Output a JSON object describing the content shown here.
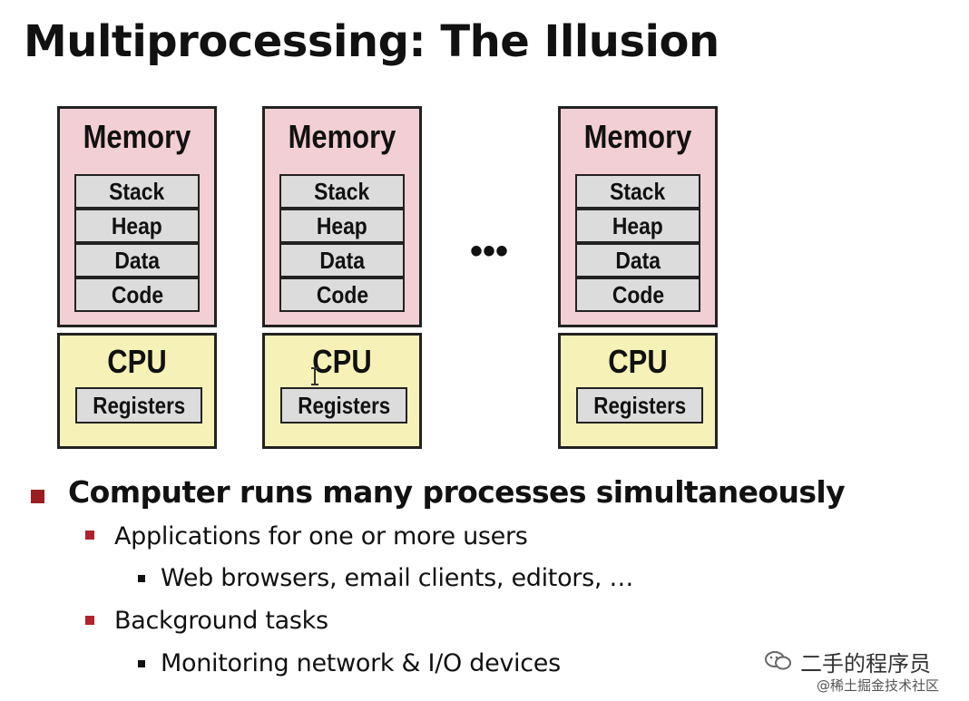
{
  "title": "Multiprocessing: The Illusion",
  "processes": [
    {
      "memory_label": "Memory",
      "segments": [
        "Stack",
        "Heap",
        "Data",
        "Code"
      ],
      "cpu_label": "CPU",
      "registers_label": "Registers"
    },
    {
      "memory_label": "Memory",
      "segments": [
        "Stack",
        "Heap",
        "Data",
        "Code"
      ],
      "cpu_label": "CPU",
      "registers_label": "Registers"
    },
    {
      "memory_label": "Memory",
      "segments": [
        "Stack",
        "Heap",
        "Data",
        "Code"
      ],
      "cpu_label": "CPU",
      "registers_label": "Registers"
    }
  ],
  "ellipsis": "•••",
  "bullets": {
    "main": "Computer runs many processes simultaneously",
    "sub1": "Applications for one or more users",
    "sub1_detail": "Web browsers, email clients, editors, …",
    "sub2": "Background tasks",
    "sub2_detail": "Monitoring network & I/O devices"
  },
  "watermark": {
    "text": "二手的程序员",
    "credit": "@稀土掘金技术社区"
  },
  "colors": {
    "memory_fill": "#f2cfd4",
    "cpu_fill": "#f6f1b7",
    "segment_fill": "#dcdcdc",
    "bullet_red": "#9b1d21"
  }
}
